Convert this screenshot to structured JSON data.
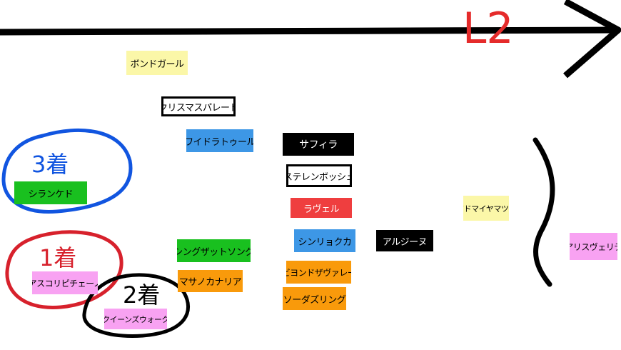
{
  "title": "L2",
  "colors": {
    "yellow": "#fbf7a8",
    "blue": "#3d97e6",
    "black": "#000000",
    "red": "#ef3e3f",
    "green": "#19c01f",
    "orange": "#f99a0b",
    "pink": "#f8a2f2",
    "white": "#ffffff",
    "title_red": "#e52b2b",
    "circle_blue": "#1155e0",
    "circle_red": "#d7212c"
  },
  "horses": [
    {
      "key": "bond-girl",
      "label": "ボンドガール",
      "fill": "yellow",
      "text": "black",
      "border": false
    },
    {
      "key": "christmas-parade",
      "label": "クリスマスパレード",
      "fill": "white",
      "text": "black",
      "border": true
    },
    {
      "key": "widra-tool",
      "label": "ワイドラトゥール",
      "fill": "blue",
      "text": "black",
      "border": false
    },
    {
      "key": "sapphira",
      "label": "サフィラ",
      "fill": "black",
      "text": "white",
      "border": false
    },
    {
      "key": "stellenbosch",
      "label": "ステレンボッシュ",
      "fill": "white",
      "text": "black",
      "border": true
    },
    {
      "key": "rouvel",
      "label": "ラヴェル",
      "fill": "red",
      "text": "white",
      "border": false
    },
    {
      "key": "shinryokuka",
      "label": "シンリョクカ",
      "fill": "blue",
      "text": "black",
      "border": false
    },
    {
      "key": "alzeugne",
      "label": "アルジーヌ",
      "fill": "black",
      "text": "white",
      "border": false
    },
    {
      "key": "shirankedo",
      "label": "シランケド",
      "fill": "green",
      "text": "black",
      "border": false
    },
    {
      "key": "sing-that-song",
      "label": "シングザットソング",
      "fill": "green",
      "text": "black",
      "border": false
    },
    {
      "key": "masano-canaria",
      "label": "マサノカナリア",
      "fill": "orange",
      "text": "black",
      "border": false
    },
    {
      "key": "beyond-the-valley",
      "label": "ビヨンドザヴァレー",
      "fill": "orange",
      "text": "black",
      "border": false
    },
    {
      "key": "soda-sling",
      "label": "ソーダズリング",
      "fill": "orange",
      "text": "black",
      "border": false
    },
    {
      "key": "ascoli-piceno",
      "label": "アスコリピチェーノ",
      "fill": "pink",
      "text": "black",
      "border": false
    },
    {
      "key": "queens-walk",
      "label": "クイーンズウォーク",
      "fill": "pink",
      "text": "black",
      "border": false
    },
    {
      "key": "atomaiyamazuri",
      "label": "アドマイヤマツリ",
      "fill": "yellow",
      "text": "black",
      "border": false
    },
    {
      "key": "arisvelite",
      "label": "アリスヴェリテ",
      "fill": "pink",
      "text": "black",
      "border": false
    }
  ],
  "placings": [
    {
      "key": "first",
      "label": "1着",
      "color": "circle_red"
    },
    {
      "key": "second",
      "label": "2着",
      "color": "black"
    },
    {
      "key": "third",
      "label": "3着",
      "color": "circle_blue"
    }
  ]
}
